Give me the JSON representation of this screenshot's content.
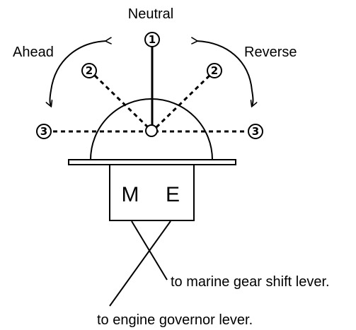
{
  "labels": {
    "neutral": "Neutral",
    "ahead": "Ahead",
    "reverse": "Reverse",
    "marine_gear": "to marine gear shift lever.",
    "engine_governor": "to engine governor lever."
  },
  "box": {
    "letter_left": "M",
    "letter_right": "E"
  },
  "positions": {
    "neutral": "1",
    "mid": "2",
    "full": "3"
  }
}
